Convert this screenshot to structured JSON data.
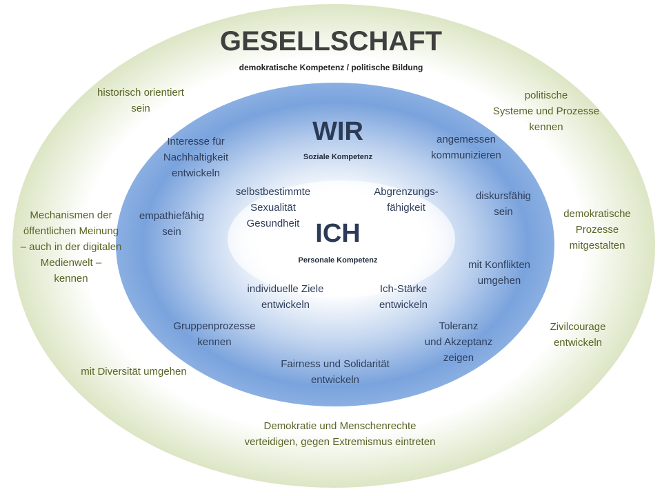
{
  "gesellschaft": {
    "title": "GESELLSCHAFT",
    "subtitle": "demokratische Kompetenz / politische Bildung",
    "items": [
      "historisch orientiert\nsein",
      "politische\nSysteme und Prozesse\nkennen",
      "Mechanismen der\nöffentlichen Meinung\n– auch in der digitalen\nMedienwelt –\nkennen",
      "demokratische\nProzesse\nmitgestalten",
      "Zivilcourage\nentwickeln",
      "mit Diversität umgehen",
      "Demokratie und Menschenrechte\nverteidigen, gegen Extremismus eintreten"
    ]
  },
  "wir": {
    "title": "WIR",
    "subtitle": "Soziale Kompetenz",
    "items": [
      "Interesse für\nNachhaltigkeit\nentwickeln",
      "angemessen\nkommunizieren",
      "empathiefähig\nsein",
      "diskursfähig\nsein",
      "mit Konflikten\numgehen",
      "Gruppenprozesse\nkennen",
      "Toleranz\nund Akzeptanz\nzeigen",
      "Fairness und Solidarität\nentwickeln"
    ]
  },
  "ich": {
    "title": "ICH",
    "subtitle": "Personale Kompetenz",
    "items": [
      "selbstbestimmte\nSexualität\nGesundheit",
      "Abgrenzungs-\nfähigkeit",
      "individuelle Ziele\nentwickeln",
      "Ich-Stärke\nentwickeln"
    ]
  },
  "colors": {
    "outer_ring": "#a0bb6e",
    "middle_ring": "#7aa3dd",
    "outer_text": "#5a6324",
    "inner_text": "#2f3e5a",
    "title_text": "#3f3f3f"
  }
}
